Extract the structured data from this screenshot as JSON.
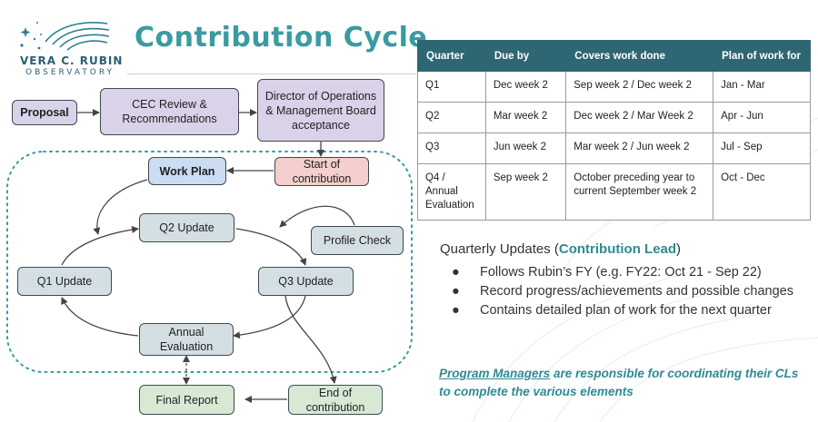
{
  "logo": {
    "name": "VERA C. RUBIN",
    "sub": "OBSERVATORY"
  },
  "title": "Contribution Cycle",
  "table": {
    "headers": [
      "Quarter",
      "Due by",
      "Covers work done",
      "Plan of work for"
    ],
    "rows": [
      [
        "Q1",
        "Dec week 2",
        "Sep week 2 / Dec week 2",
        "Jan - Mar"
      ],
      [
        "Q2",
        "Mar week 2",
        "Dec week 2 / Mar Week 2",
        "Apr - Jun"
      ],
      [
        "Q3",
        "Jun week 2",
        "Mar week 2 / Jun week 2",
        "Jul - Sep"
      ],
      [
        "Q4 / Annual Evaluation",
        "Sep week 2",
        "October preceding year to current September week 2",
        "Oct - Dec"
      ]
    ]
  },
  "flow": {
    "proposal": "Proposal",
    "cec_review": "CEC Review & Recommendations",
    "director": "Director of Operations & Management Board acceptance",
    "start": "Start of contribution",
    "work_plan": "Work Plan",
    "q2": "Q2 Update",
    "profile_check": "Profile Check",
    "q1": "Q1 Update",
    "q3": "Q3 Update",
    "annual": "Annual Evaluation",
    "final_report": "Final Report",
    "end": "End of contribution"
  },
  "updates": {
    "prefix": "Quarterly Updates (",
    "lead": "Contribution Lead",
    "suffix": ")",
    "bullets": [
      "Follows Rubin’s FY (e.g. FY22: Oct 21 - Sep 22)",
      "Record progress/achievements and possible changes",
      "Contains detailed plan of work for the next quarter"
    ]
  },
  "note": {
    "managers": "Program Managers",
    "rest": " are responsible for coordinating their CLs to complete the various elements"
  },
  "colors": {
    "title": "#3a9ba0",
    "header_bg": "#2f6673",
    "accent": "#2f8a93"
  }
}
